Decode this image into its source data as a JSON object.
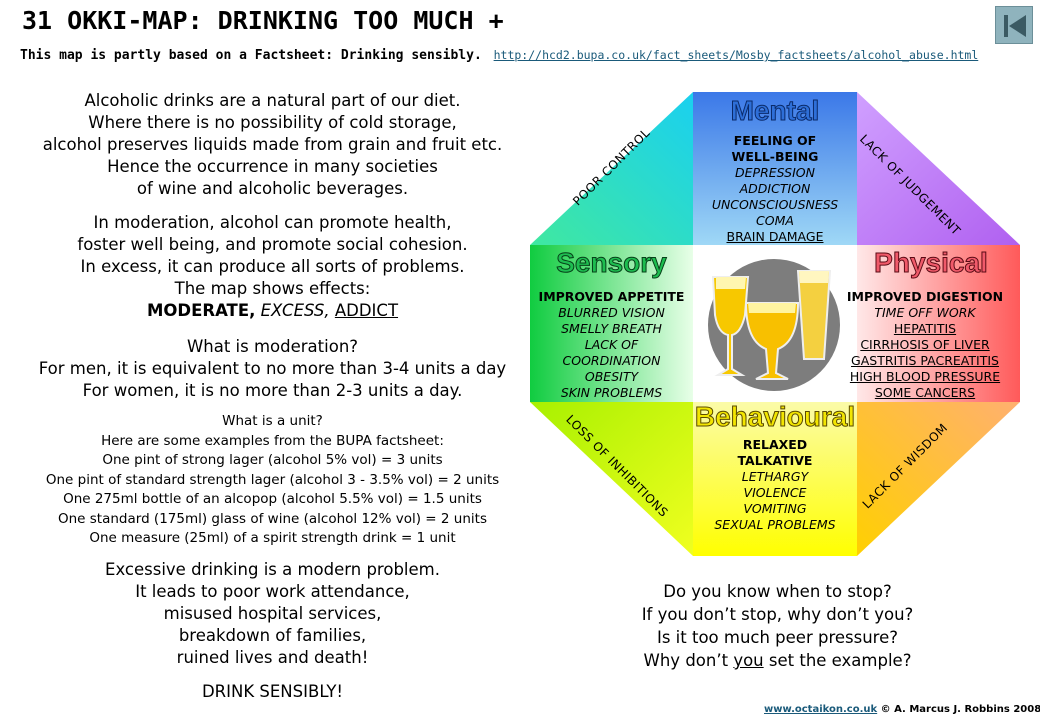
{
  "header": {
    "title": "31 OKKI-MAP: DRINKING TOO MUCH +",
    "subtitle": "This map is partly based on a Factsheet: Drinking sensibly.",
    "link": "http://hcd2.bupa.co.uk/fact_sheets/Mosby_factsheets/alcohol_abuse.html",
    "back_icon": "skip-back-icon"
  },
  "intro": [
    "Alcoholic drinks are a natural part of our diet.",
    "Where there is no possibility  of cold storage,",
    "alcohol preserves liquids made from grain and fruit etc.",
    "Hence the occurrence in many societies",
    "of wine and alcoholic beverages."
  ],
  "moderation": [
    "In moderation, alcohol can promote health,",
    "foster well being, and promote social cohesion.",
    "In excess, it can produce all sorts of problems.",
    "The map shows effects:"
  ],
  "effects": {
    "moderate": "MODERATE,",
    "excess": "EXCESS,",
    "addict": "ADDICT"
  },
  "what_moderation": [
    "What is moderation?",
    "For men, it is equivalent to no more than 3-4 units a day",
    "For women, it is no more than 2-3 units a day."
  ],
  "units": [
    "What is a unit?",
    "Here are some examples  from the BUPA factsheet:",
    "One pint of strong lager (alcohol 5% vol) = 3 units",
    "One pint of standard strength  lager (alcohol 3 - 3.5% vol) = 2 units",
    "One 275ml bottle of an alcopop (alcohol 5.5% vol) = 1.5 units",
    "One standard (175ml) glass of wine (alcohol 12% vol) = 2 units",
    "One measure  (25ml) of a spirit strength  drink = 1 unit"
  ],
  "excessive": [
    "Excessive drinking is a modern problem.",
    "It leads to poor work attendance,",
    "misused hospital services,",
    "breakdown of families,",
    "ruined lives and death!"
  ],
  "closing": "DRINK SENSIBLY!",
  "map": {
    "mental": {
      "title": "Mental",
      "moderate": [
        "FEELING OF",
        "WELL-BEING"
      ],
      "excess": [
        "DEPRESSION",
        "ADDICTION",
        "UNCONSCIOUSNESS",
        "COMA"
      ],
      "addict": [
        "BRAIN DAMAGE"
      ]
    },
    "sensory": {
      "title": "Sensory",
      "moderate": [
        "IMPROVED APPETITE"
      ],
      "excess": [
        "BLURRED VISION",
        "SMELLY BREATH",
        "LACK OF",
        "COORDINATION",
        "OBESITY",
        "SKIN PROBLEMS"
      ]
    },
    "physical": {
      "title": "Physical",
      "moderate": [
        "IMPROVED DIGESTION"
      ],
      "excess": [
        "TIME OFF WORK"
      ],
      "addict": [
        "HEPATITIS",
        "CIRRHOSIS  OF LIVER",
        "GASTRITIS   PACREATITIS",
        "HIGH  BLOOD PRESSURE",
        "SOME CANCERS"
      ]
    },
    "behavioural": {
      "title": "Behavioural",
      "moderate": [
        "RELAXED",
        "TALKATIVE"
      ],
      "excess": [
        "LETHARGY",
        "VIOLENCE",
        "VOMITING",
        "SEXUAL PROBLEMS"
      ]
    },
    "diagonals": {
      "top_left": "POOR CONTROL",
      "top_right": "LACK OF JUDGEMENT",
      "bottom_left": "LOSS OF INHIBITIONS",
      "bottom_right": "LACK OF WISDOM"
    },
    "center_icon": "drinks-glasses-icon"
  },
  "questions": [
    "Do you know when to stop?",
    "If you don’t stop, why don’t you?",
    "Is it too much peer pressure?"
  ],
  "last_question": {
    "pre": "Why don’t ",
    "you": "you",
    "post": " set the example?"
  },
  "footer": {
    "link": "www.octaikon.co.uk",
    "copyright": " © A. Marcus J. Robbins 2008"
  },
  "colors": {
    "mental": "#3f7fe0",
    "physical": "#ff6a6a",
    "sensory": "#22cc55",
    "behavioural": "#f0f000",
    "purple": "#c77dff",
    "cyan": "#26e0d0",
    "orange": "#ffc040",
    "lime": "#c8f000"
  }
}
